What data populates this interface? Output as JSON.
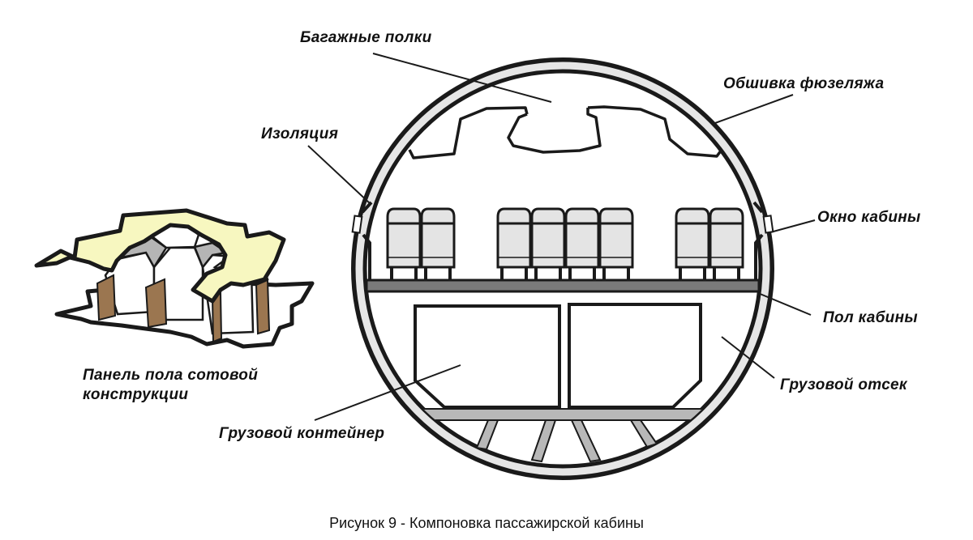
{
  "figure": {
    "caption": "Рисунок 9 - Компоновка пассажирской кабины",
    "labels": {
      "overhead_bins": "Багажные полки",
      "fuselage_skin": "Обшивка фюзеляжа",
      "insulation": "Изоляция",
      "cabin_window": "Окно кабины",
      "cabin_floor": "Пол кабины",
      "cargo_hold": "Грузовой отсек",
      "cargo_container": "Грузовой контейнер",
      "honeycomb_panel_line1": "Панель пола сотовой",
      "honeycomb_panel_line2": "конструкции"
    },
    "seat_groups": [
      2,
      4,
      2
    ],
    "cargo_containers": 2,
    "colors": {
      "ink": "#1a1a1a",
      "insulation_fill": "#e6e6e6",
      "seat_fill": "#e4e4e4",
      "floor_fill": "#7a7a7a",
      "beam_fill": "#b8b8b8",
      "honeycomb_skin": "#f7f7c0",
      "honeycomb_core_side": "#9b7650",
      "honeycomb_shade": "#b5b5b5"
    }
  }
}
